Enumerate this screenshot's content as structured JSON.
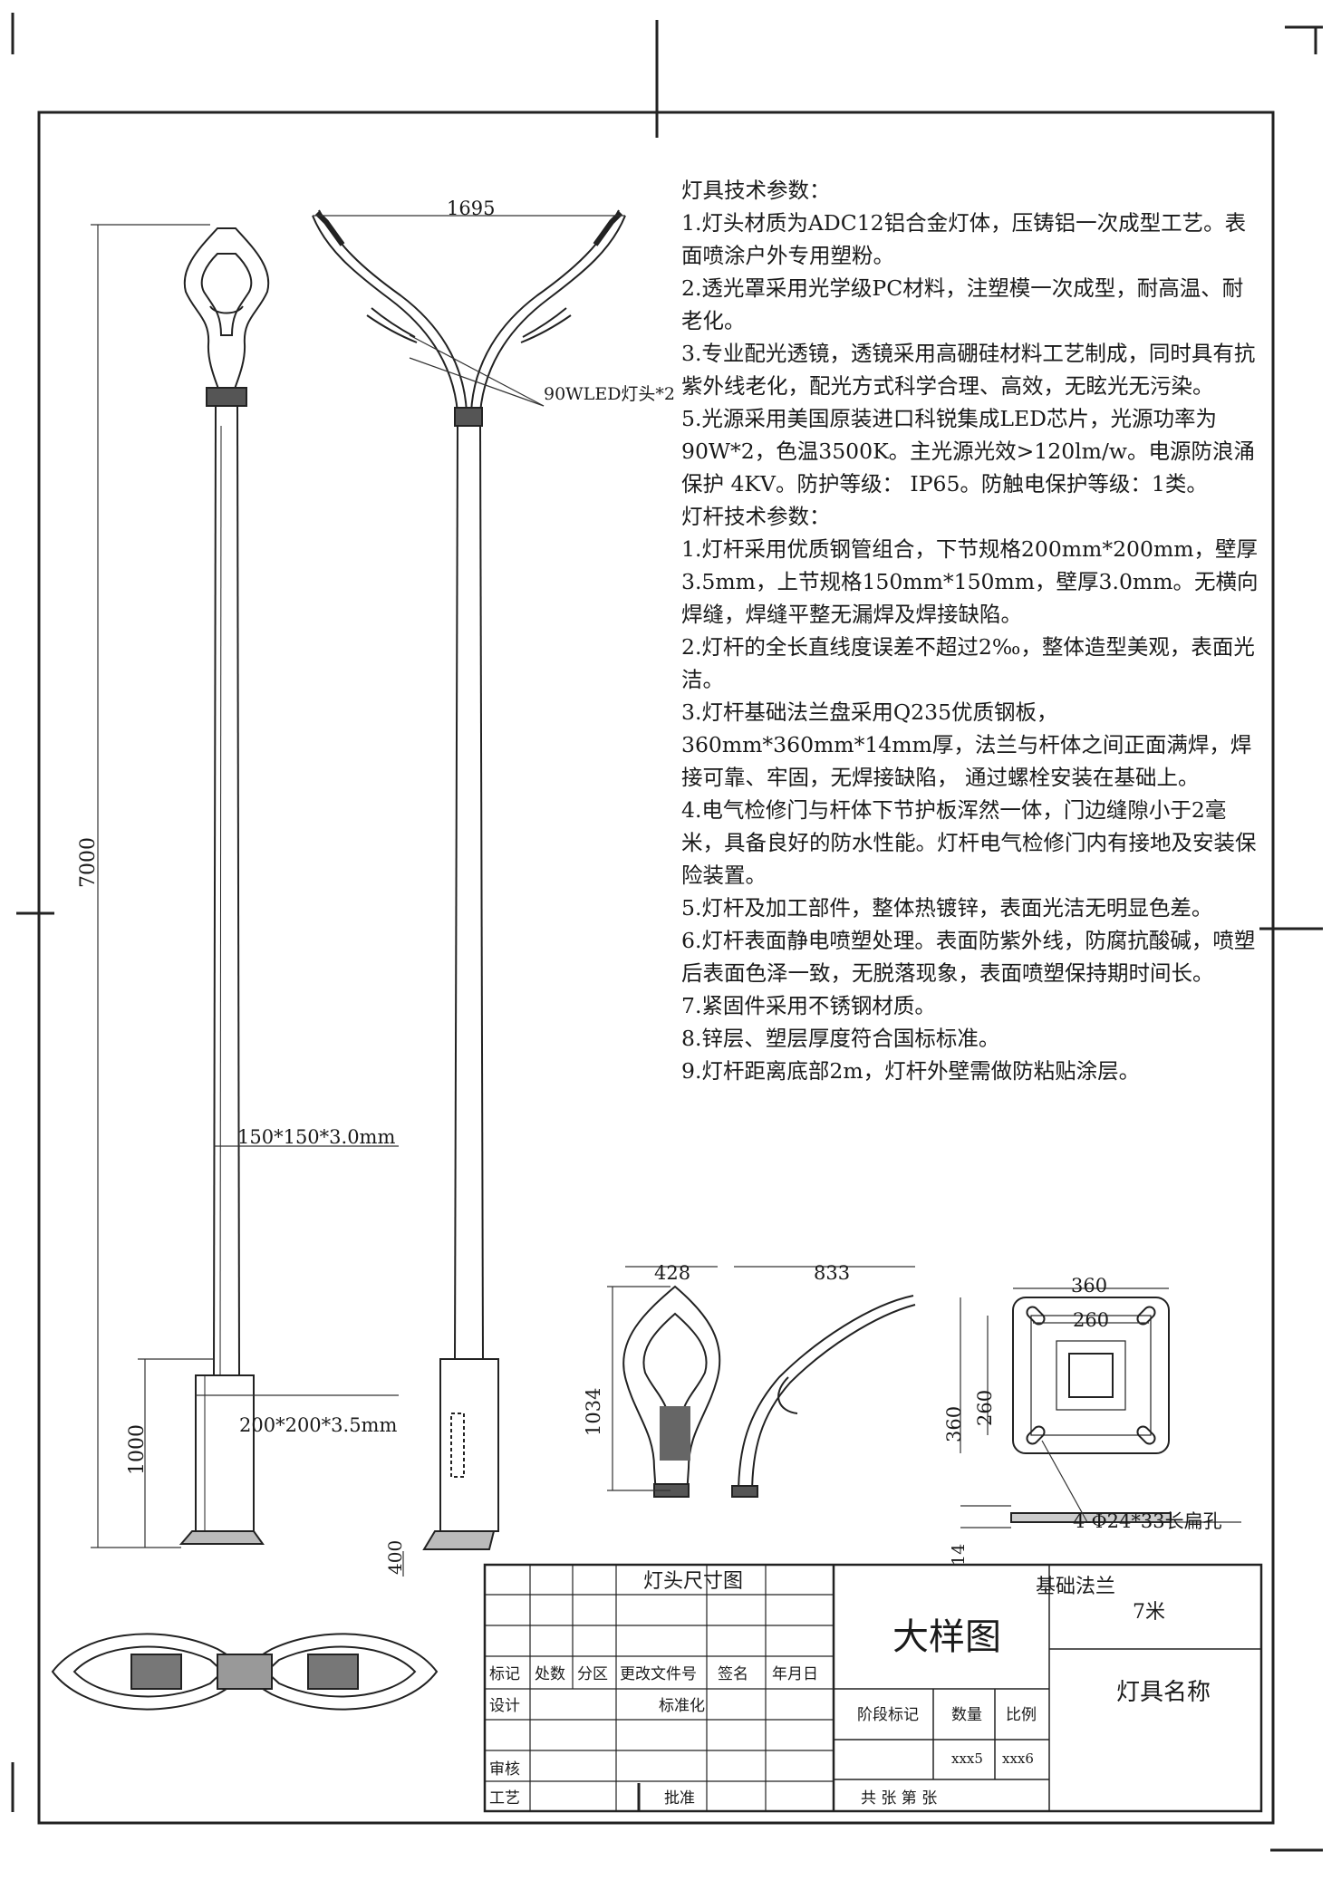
{
  "lamp_specs": {
    "heading": "灯具技术参数：",
    "items": [
      "1.灯头材质为ADC12铝合金灯体，压铸铝一次成型工艺。表面喷涂户外专用塑粉。",
      "2.透光罩采用光学级PC材料，注塑模一次成型，耐高温、耐老化。",
      "3.专业配光透镜，透镜采用高硼硅材料工艺制成，同时具有抗紫外线老化，配光方式科学合理、高效，无眩光无污染。",
      "5.光源采用美国原装进口科锐集成LED芯片，光源功率为90W*2，色温3500K。主光源光效>120lm/w。电源防浪涌保护 4KV。防护等级： IP65。防触电保护等级：1类。"
    ]
  },
  "pole_specs": {
    "heading": "灯杆技术参数：",
    "items": [
      "1.灯杆采用优质钢管组合，下节规格200mm*200mm，壁厚3.5mm，上节规格150mm*150mm，壁厚3.0mm。无横向焊缝，焊缝平整无漏焊及焊接缺陷。",
      "2.灯杆的全长直线度误差不超过2‰，整体造型美观，表面光洁。",
      "3.灯杆基础法兰盘采用Q235优质钢板，360mm*360mm*14mm厚，法兰与杆体之间正面满焊，焊接可靠、牢固，无焊接缺陷， 通过螺栓安装在基础上。",
      "4.电气检修门与杆体下节护板浑然一体，门边缝隙小于2毫米，具备良好的防水性能。灯杆电气检修门内有接地及安装保险装置。",
      "5.灯杆及加工部件，整体热镀锌，表面光洁无明显色差。",
      "6.灯杆表面静电喷塑处理。表面防紫外线，防腐抗酸碱，喷塑后表面色泽一致，无脱落现象，表面喷塑保持期时间长。",
      "7.紧固件采用不锈钢材质。",
      "8.锌层、塑层厚度符合国标标准。",
      "9.灯杆距离底部2m，灯杆外壁需做防粘贴涂层。"
    ]
  },
  "dimensions": {
    "total_height": "7000",
    "arm_span": "1695",
    "led_label": "90WLED灯头*2",
    "upper_section": "150*150*3.0mm",
    "lower_section": "200*200*3.5mm",
    "lower_height": "1000",
    "base_offset": "400",
    "head_width": "428",
    "head_height": "1034",
    "arm_length": "833",
    "flange_outer": "360",
    "flange_inner": "260",
    "flange_outer_v": "360",
    "flange_inner_v": "260",
    "flange_thickness": "14",
    "flange_holes": "4-Φ24*33长扁孔"
  },
  "captions": {
    "lamp_head_title": "灯头尺寸图",
    "flange_title": "基础法兰",
    "height_label": "7米"
  },
  "title_block": {
    "drawing_name": "大样图",
    "product_label": "灯具名称",
    "mark": "标记",
    "count": "处数",
    "zone": "分区",
    "change_doc": "更改文件号",
    "signature": "签名",
    "date": "年月日",
    "design": "设计",
    "standardize": "标准化",
    "stage_mark": "阶段标记",
    "quantity": "数量",
    "scale": "比例",
    "review": "审核",
    "process": "工艺",
    "approve": "批准",
    "quantity_value": "xxx5",
    "scale_value": "xxx6",
    "sheets": "共    张    第    张"
  }
}
